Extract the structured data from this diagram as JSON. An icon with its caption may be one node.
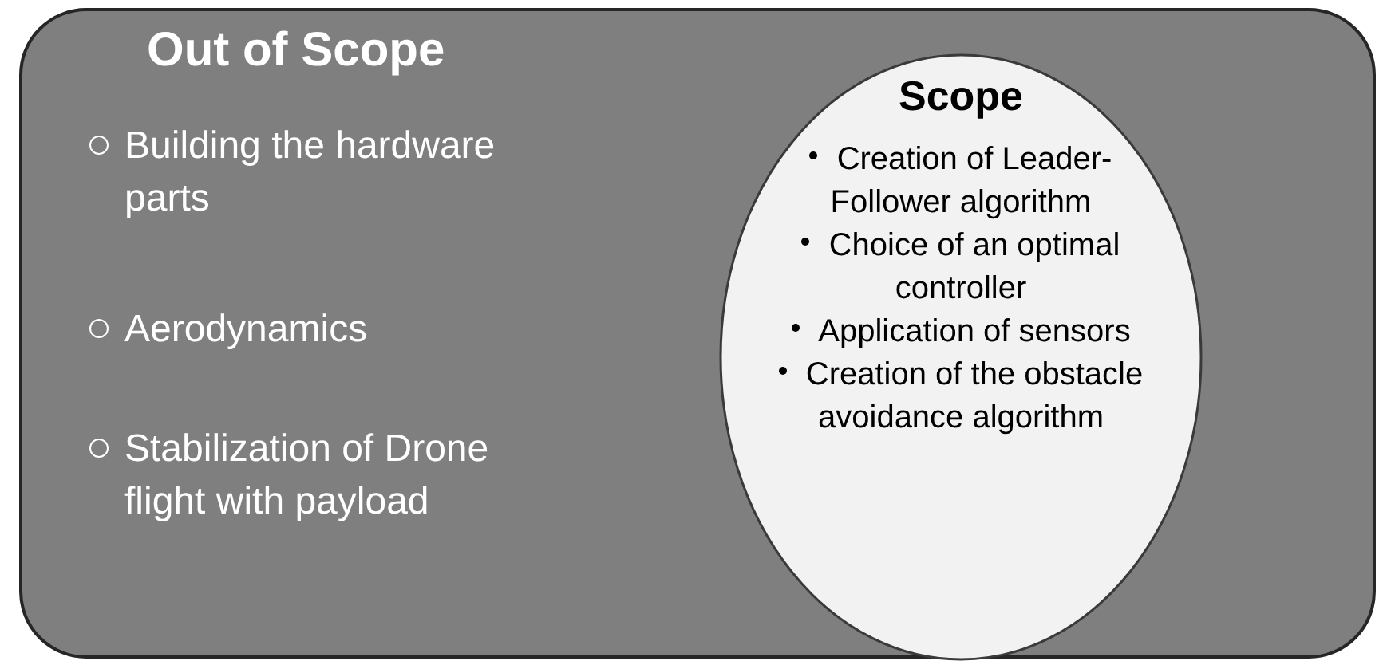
{
  "diagram": {
    "nodes": [
      {
        "text": [
          "Out of Scope",
          "Building the hardware parts",
          "Aerodynamics",
          "Stabilization of Drone flight with payload"
        ]
      },
      {
        "text": [
          "Scope",
          "Creation of Leader-Follower algorithm",
          "Choice of an optimal controller",
          "Application of sensors",
          "Creation of the obstacle avoidance algorithm"
        ],
        "in": 0
      }
    ]
  }
}
